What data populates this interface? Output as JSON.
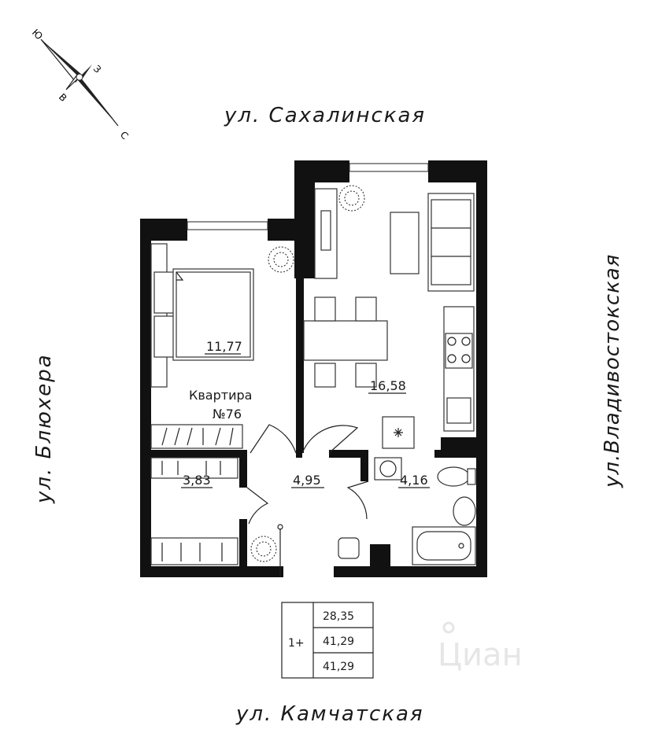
{
  "streets": {
    "top": "ул. Сахалинская",
    "bottom": "ул. Камчатская",
    "left": "ул. Блюхера",
    "right": "ул.Владивостокская"
  },
  "compass": {
    "north": "С",
    "south": "Ю",
    "east": "В",
    "west": "З"
  },
  "apartment": {
    "label": "Квартира",
    "number": "№76"
  },
  "rooms": {
    "bedroom": "11,77",
    "kitchen_living": "16,58",
    "storage": "3,83",
    "hall": "4,95",
    "bathroom": "4,16"
  },
  "summary": {
    "rooms_count": "1+",
    "living_area": "28,35",
    "total_area": "41,29",
    "total_area_with_balcony": "41,29"
  },
  "watermark": "Циан"
}
